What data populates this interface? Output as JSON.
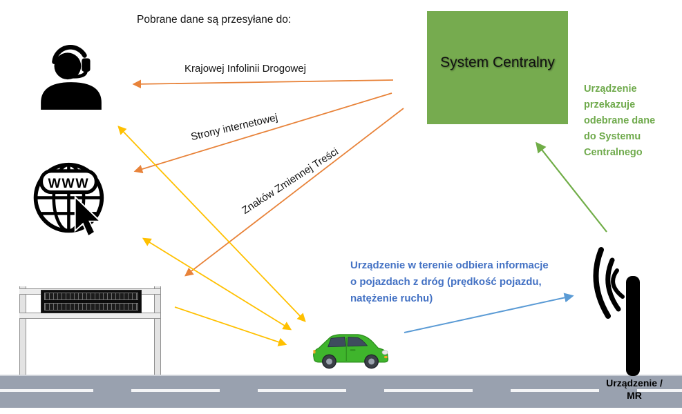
{
  "title": "Pobrane dane są przesyłane do:",
  "central_system": {
    "label": "System Centralny",
    "bg_color": "#76AB4F"
  },
  "arrow_labels": {
    "hotline": "Krajowej Infolinii Drogowej",
    "website": "Strony internetowej",
    "vms": "Znaków Zmiennej Treści"
  },
  "notes": {
    "device_to_central": "Urządzenie\nprzekazuje\nodebrane dane\ndo Systemu\nCentralnego",
    "field_device": "Urządzenie w terenie odbiera informacje\no pojazdach z dróg (prędkość pojazdu,\nnatężenie ruchu)"
  },
  "device": {
    "label": "Urządzenie /\nMR"
  },
  "globe": {
    "text": "WWW"
  },
  "colors": {
    "arrow_orange": "#E8833A",
    "arrow_yellow": "#FFC000",
    "arrow_blue": "#5B9BD5",
    "arrow_green": "#70AD47",
    "note_green": "#6FAA4C",
    "note_blue": "#4472C4",
    "central_system_green": "#76AB4F",
    "road_gray": "#99A1AF",
    "car_green": "#3FB52C"
  },
  "icons": {
    "operator": "headset-operator-icon",
    "website": "www-globe-cursor-icon",
    "vms": "variable-message-sign",
    "car": "car-icon",
    "antenna": "roadside-antenna-icon"
  }
}
